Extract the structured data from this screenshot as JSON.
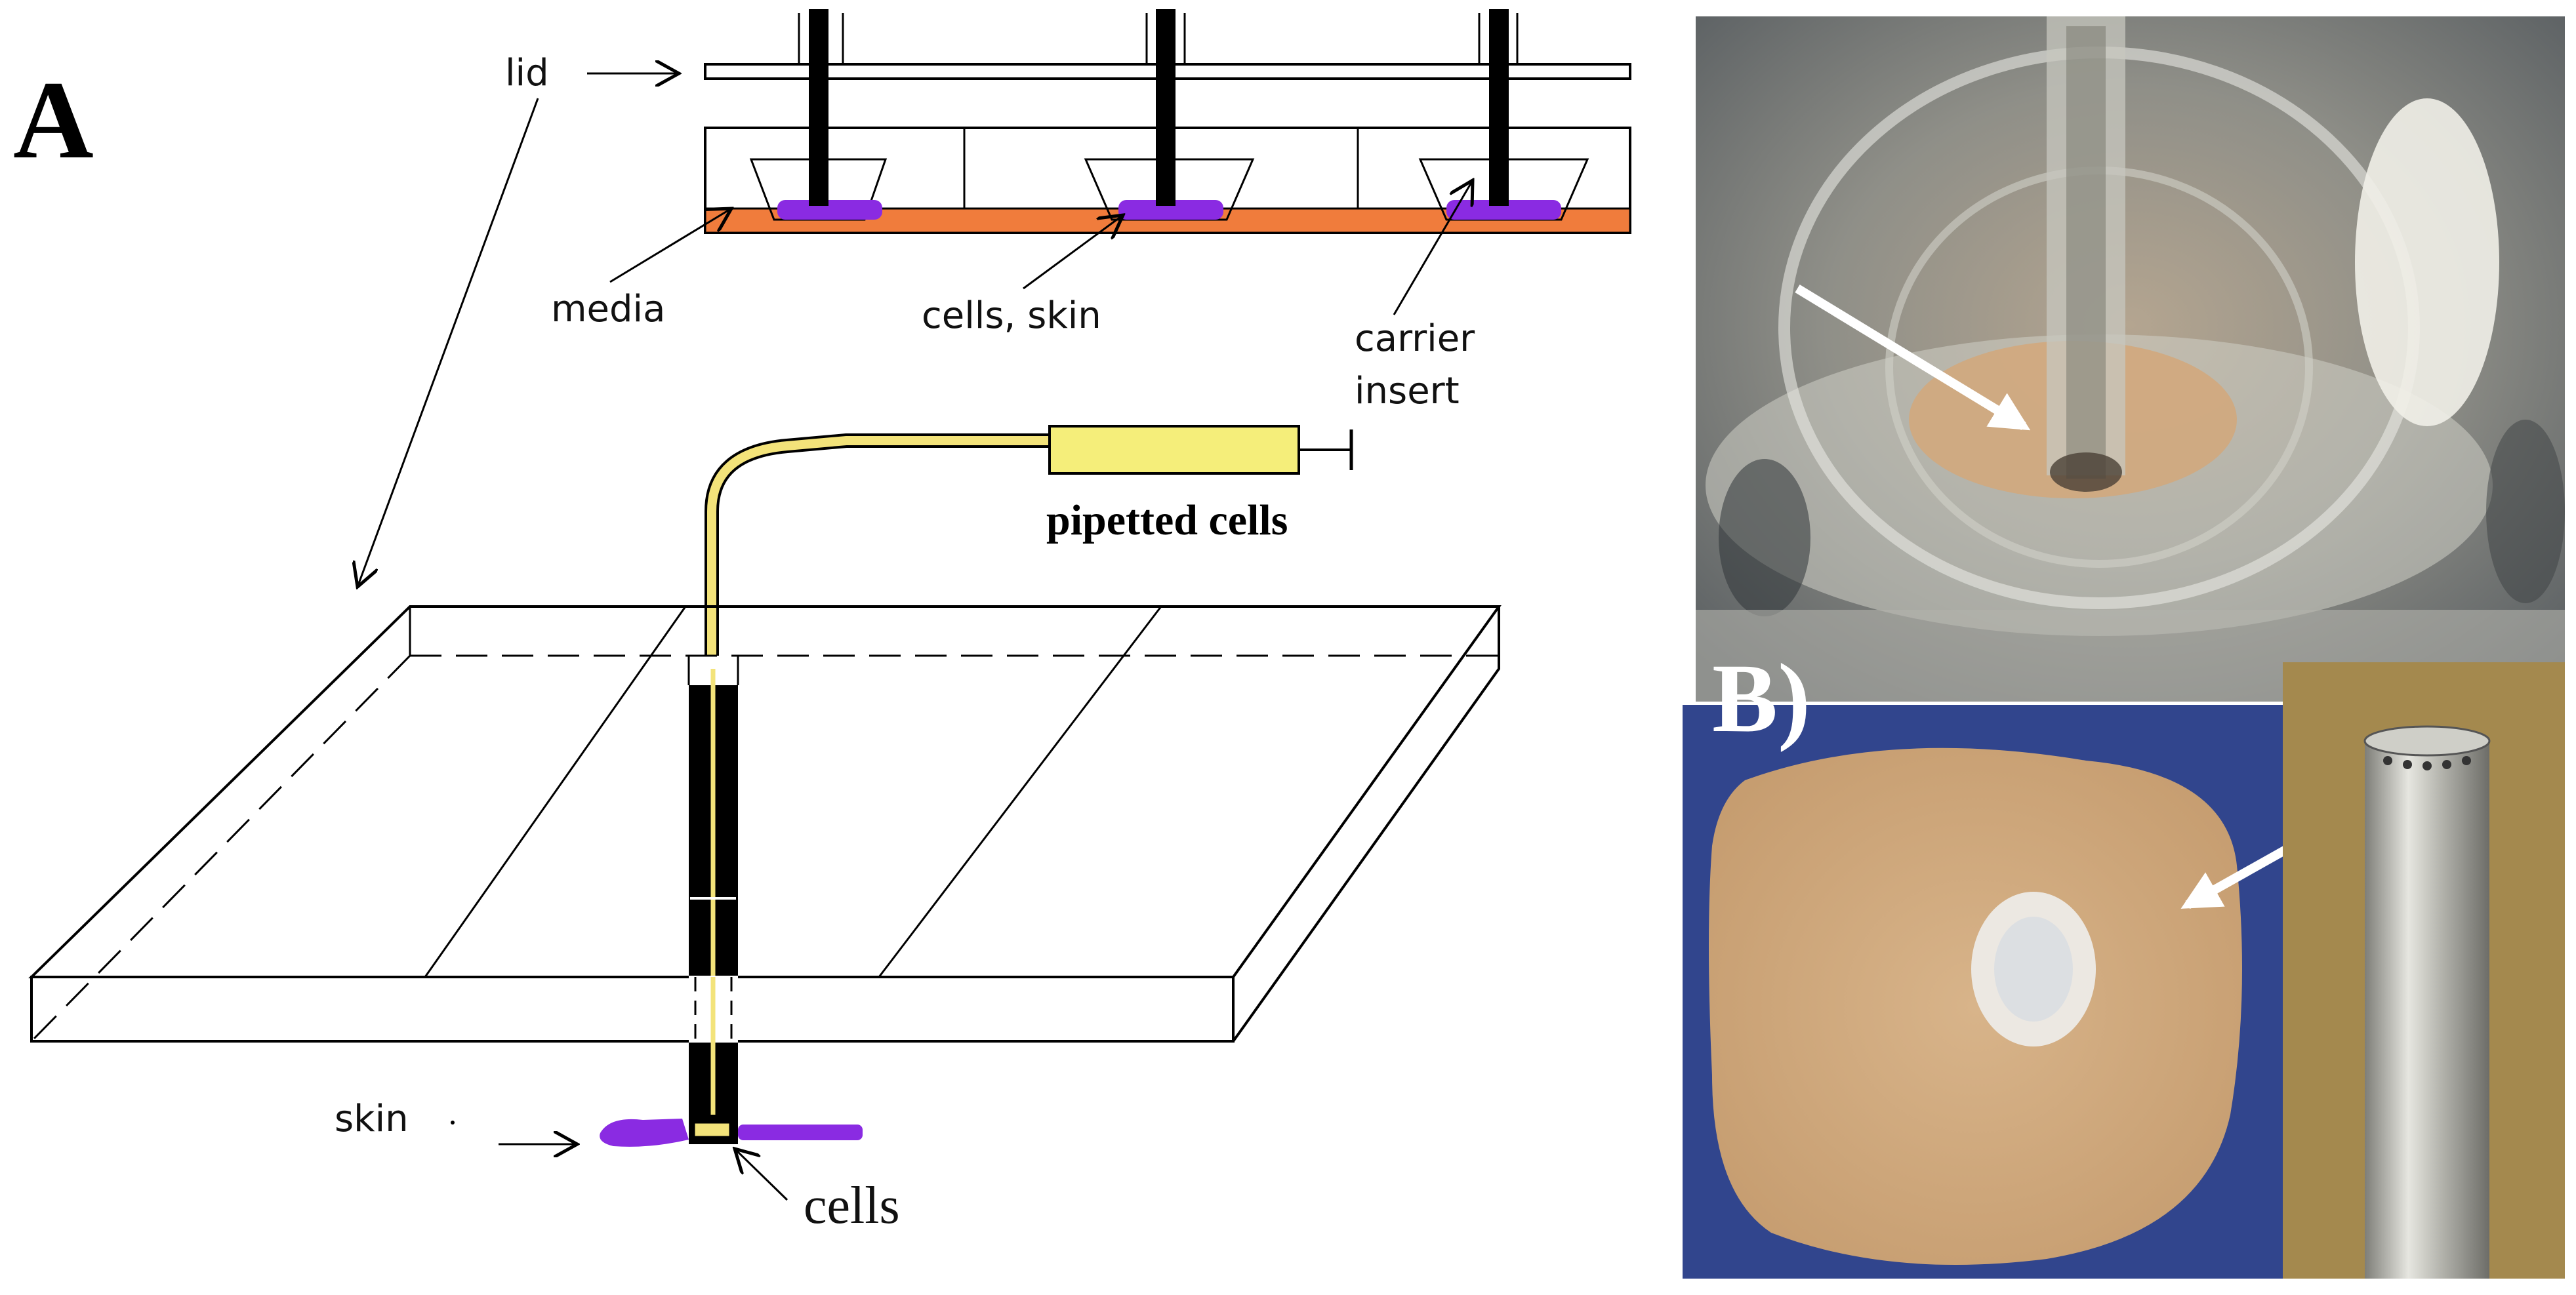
{
  "panel_a": {
    "letter": "A",
    "labels": {
      "lid": "lid",
      "media": "media",
      "cells_skin": "cells, skin",
      "carrier": "carrier",
      "insert": "insert",
      "pipetted_cells": "pipetted cells",
      "skin": "skin",
      "cells": "cells"
    }
  },
  "panel_b": {
    "letter": "B)"
  },
  "colors": {
    "media": "#f07c3c",
    "cells_skin": "#8a2be2",
    "syringe": "#f5ee7a",
    "tube": "#f3e37a",
    "photo_blue_bg": "#2d3f86",
    "skin_tissue": "#cfaa7c",
    "steel_rod": "#b9b9b3",
    "rod_background": "#9c8046"
  }
}
